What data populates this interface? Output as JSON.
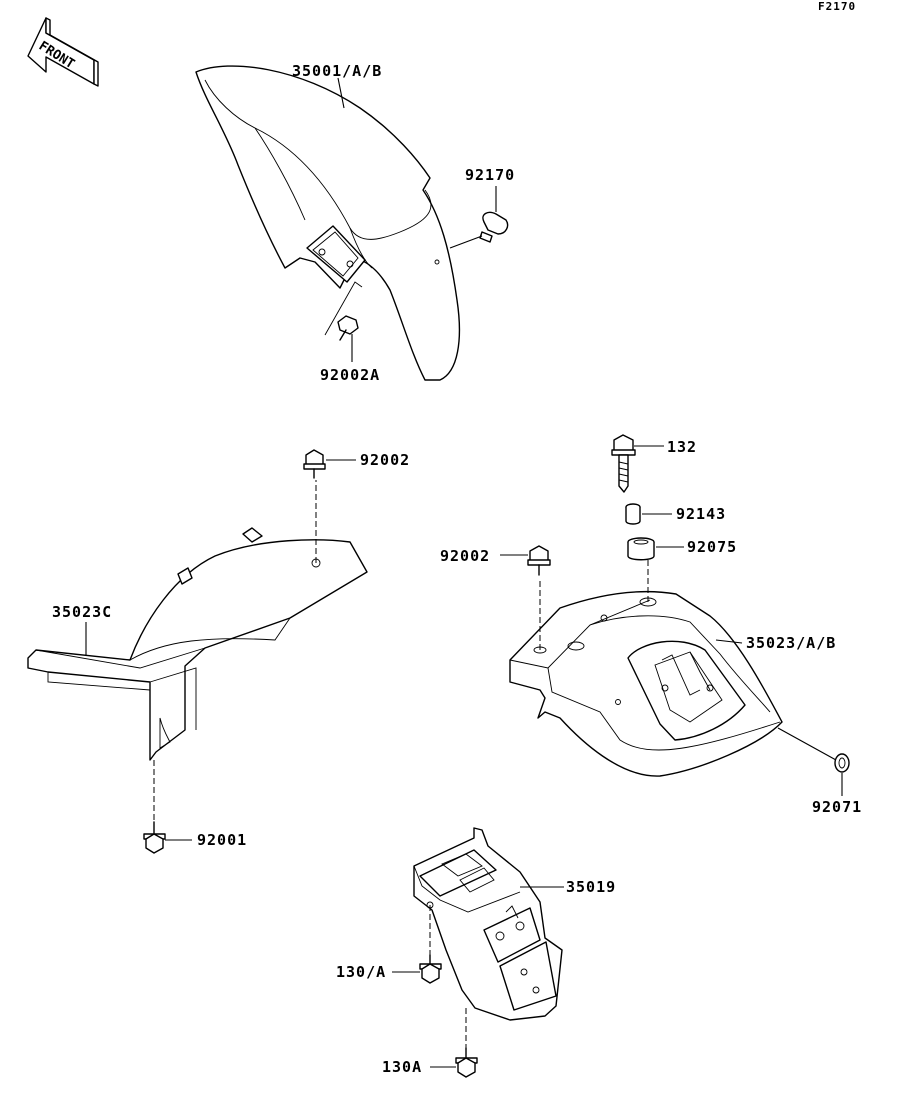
{
  "diagram_code": "F2170",
  "front_arrow_label": "FRONT",
  "labels": {
    "front_fender": "35001/A/B",
    "clamp": "92170",
    "front_bolt": "92002A",
    "upper_bolt_left": "92002",
    "inner_fender": "35023C",
    "lower_bolt_left": "92001",
    "bolt_132": "132",
    "collar": "92143",
    "damper": "92075",
    "bolt_right": "92002",
    "rear_fender": "35023/A/B",
    "nut": "92071",
    "flap": "35019",
    "bolt_130": "130/A",
    "bolt_130a": "130A"
  }
}
